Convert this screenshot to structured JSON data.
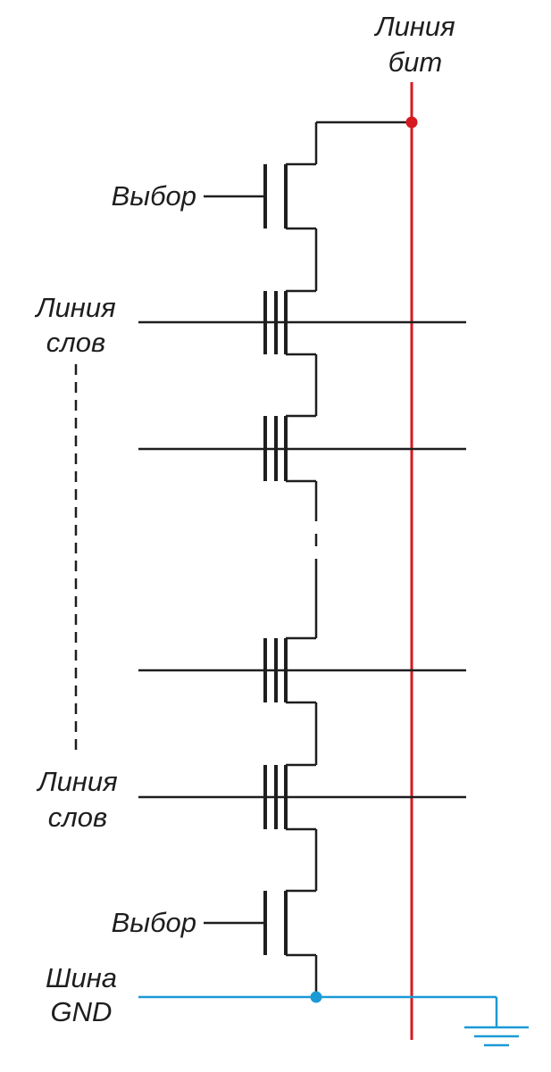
{
  "labels": {
    "bit_line": [
      "Линия",
      "бит"
    ],
    "select_top": "Выбор",
    "word_line_top": [
      "Линия",
      "слов"
    ],
    "word_line_bottom": [
      "Линия",
      "слов"
    ],
    "select_bottom": "Выбор",
    "gnd_bus": [
      "Шина",
      "GND"
    ]
  },
  "colors": {
    "bit_line": "#d71920",
    "gnd_bus": "#1b9ad6",
    "wires": "#1e1e1e"
  }
}
